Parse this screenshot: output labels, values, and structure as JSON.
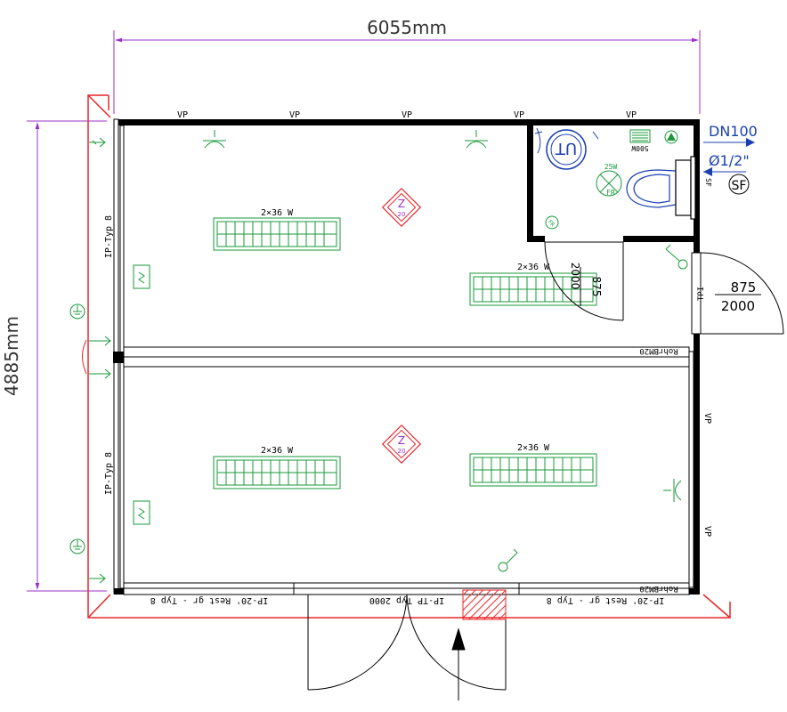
{
  "dimensions": {
    "width_label": "6055mm",
    "height_label": "4885mm"
  },
  "wall_labels": {
    "vp": "VP"
  },
  "wall_panels": {
    "left_top": "IP-Typ 8",
    "left_bottom": "IP-Typ 8",
    "bottom_left": "IP-20' Rest gr - Typ 8",
    "bottom_mid": "IP-TP Typ 2000",
    "bottom_right": "IP-20' Rest gr - Typ 8",
    "divider_tag": "RohrBM20",
    "bottom_tag": "RohrBM20",
    "door_tag": "TPI"
  },
  "lights": {
    "label": "2×36 W"
  },
  "zones": {
    "z_label": "Z",
    "z_number": "20"
  },
  "inner_door": {
    "width": "875",
    "height": "2000"
  },
  "outer_door": {
    "width": "875",
    "height": "2000"
  },
  "wc": {
    "heater_label": "UT",
    "heater_power": "500W",
    "lamp_power": "25W",
    "lamp_tag": "FR",
    "small_tag": "FR"
  },
  "plumbing": {
    "drain": "DN100",
    "water": "Ø1/2\"",
    "sf": "SF",
    "sf_side": "SF"
  },
  "colors": {
    "wall": "#000000",
    "dimension": "#9b30c8",
    "outline": "#e8262a",
    "electric": "#1a9a3a",
    "plumbing": "#1a3fb0",
    "door": "#000000"
  }
}
